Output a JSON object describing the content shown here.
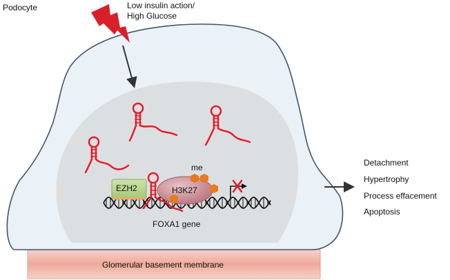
{
  "labels": {
    "cell_type": "Podocyte",
    "stimulus_line1": "Low insulin action/",
    "stimulus_line2": "High Glucose",
    "methyl_mark": "me",
    "ezh2": "EZH2",
    "h3k27": "H3K27",
    "gene": "FOXA1 gene",
    "membrane": "Glomerular basement membrane"
  },
  "outcomes": [
    "Detachment",
    "Hypertrophy",
    "Process effacement",
    "Apoptosis"
  ],
  "colors": {
    "cell_fill": "#eaf1f7",
    "cell_stroke": "#3f5468",
    "nucleus_fill": "#dcdfe1",
    "rna": "#e31d2b",
    "lightning": "#d9202a",
    "ezh2_fill": "#b9d68f",
    "h3k27_fill": "#c98b93",
    "methyl": "#e8791d",
    "membrane": "#f0b7a9"
  },
  "icons": {
    "stimulus": "lightning-bolt-icon",
    "repression": "red-x-icon",
    "transcription_start": "bent-arrow-icon"
  }
}
